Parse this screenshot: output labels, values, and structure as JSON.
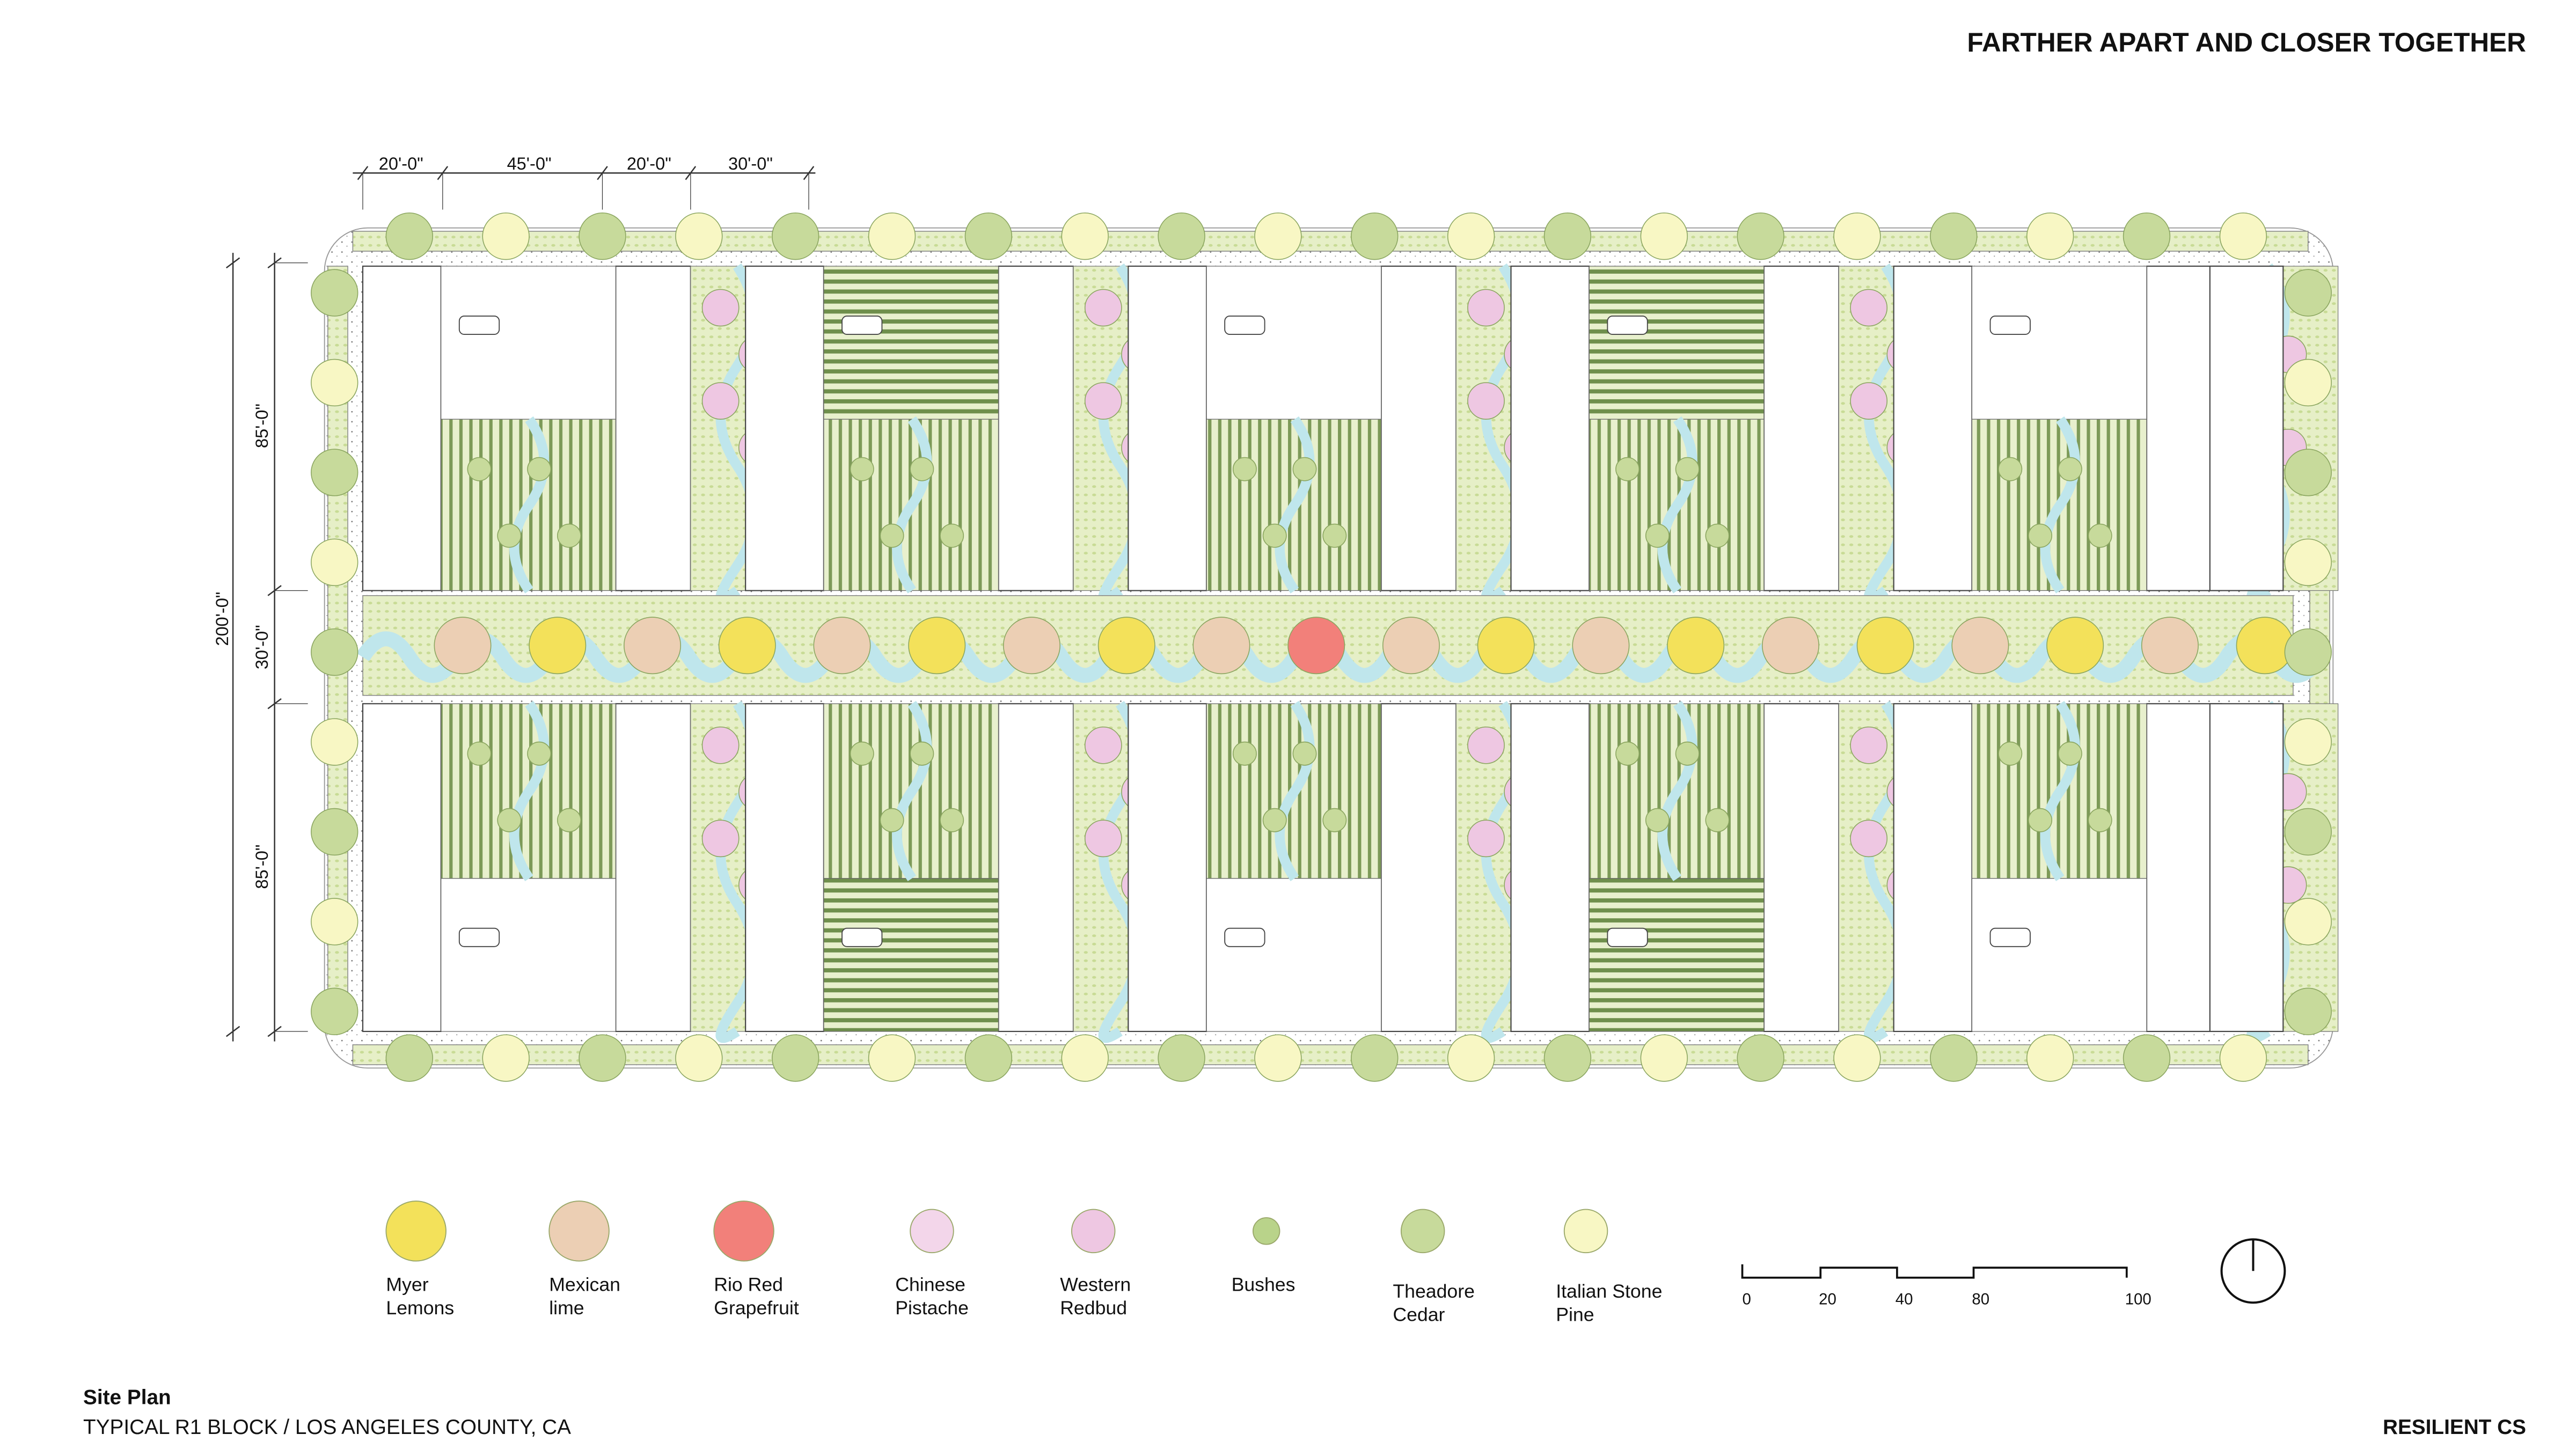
{
  "header": {
    "title": "FARTHER APART AND CLOSER TOGETHER"
  },
  "dimensions": {
    "top": [
      "20'-0\"",
      "45'-0\"",
      "20'-0\"",
      "30'-0\""
    ],
    "overall_depth": "200'-0\"",
    "depths": [
      "85'-0\"",
      "30'-0\"",
      "85'-0\""
    ]
  },
  "legend": [
    {
      "label_1": "Myer",
      "label_2": "Lemons",
      "color": "#f3e15a",
      "icon": "myer-lemon-tree-icon"
    },
    {
      "label_1": "Mexican",
      "label_2": "lime",
      "color": "#eccfb4",
      "icon": "mexican-lime-tree-icon"
    },
    {
      "label_1": "Rio Red",
      "label_2": "Grapefruit",
      "color": "#f2807a",
      "icon": "grapefruit-tree-icon"
    },
    {
      "label_1": "Chinese",
      "label_2": "Pistache",
      "color": "#f3d6ea",
      "icon": "chinese-pistache-tree-icon"
    },
    {
      "label_1": "Western",
      "label_2": "Redbud",
      "color": "#eec7e2",
      "icon": "western-redbud-tree-icon"
    },
    {
      "label_1": "Bushes",
      "label_2": "",
      "color": "#b9d38a",
      "icon": "bush-icon"
    },
    {
      "label_1": "Theadore",
      "label_2": "Cedar",
      "color": "#c7da9b",
      "icon": "cedar-tree-icon"
    },
    {
      "label_1": "Italian Stone",
      "label_2": "Pine",
      "color": "#f8f7c4",
      "icon": "stone-pine-tree-icon"
    }
  ],
  "scale_bar": {
    "ticks": [
      "0",
      "20",
      "40",
      "80",
      "100"
    ]
  },
  "footer": {
    "title": "Site Plan",
    "subtitle": "TYPICAL R1 BLOCK / LOS ANGELES COUNTY, CA",
    "brand": "RESILIENT CS"
  },
  "colors": {
    "lawn": "#dfeab9",
    "grass_dark": "#6f8f4c",
    "water": "#bfe6ec",
    "paving": "#f4f4f2",
    "cedar": "#c7da9b",
    "pine": "#f8f7c4"
  }
}
